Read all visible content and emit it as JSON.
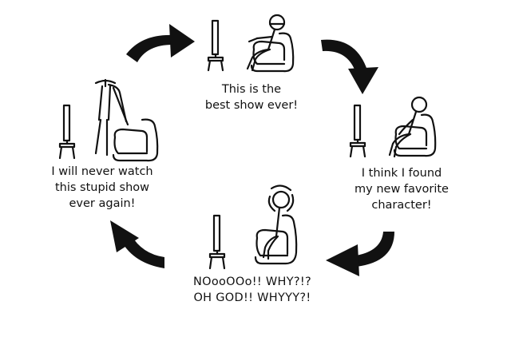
{
  "panels": {
    "top": {
      "lines": [
        "This is the",
        "best show ever!"
      ]
    },
    "right": {
      "lines": [
        "I think I found",
        "my new favorite",
        "character!"
      ]
    },
    "bottom": {
      "lines": [
        "NOooOOo!! WHY?!?",
        "OH GOD!! WHYYY?!"
      ]
    },
    "left": {
      "lines": [
        "I will never watch",
        "this stupid show",
        "ever again!"
      ]
    }
  },
  "colors": {
    "ink": "#111111",
    "background": "#ffffff"
  },
  "icons": [
    "tv-icon",
    "armchair-icon",
    "stick-figure-icon",
    "cycle-arrow-icon"
  ]
}
